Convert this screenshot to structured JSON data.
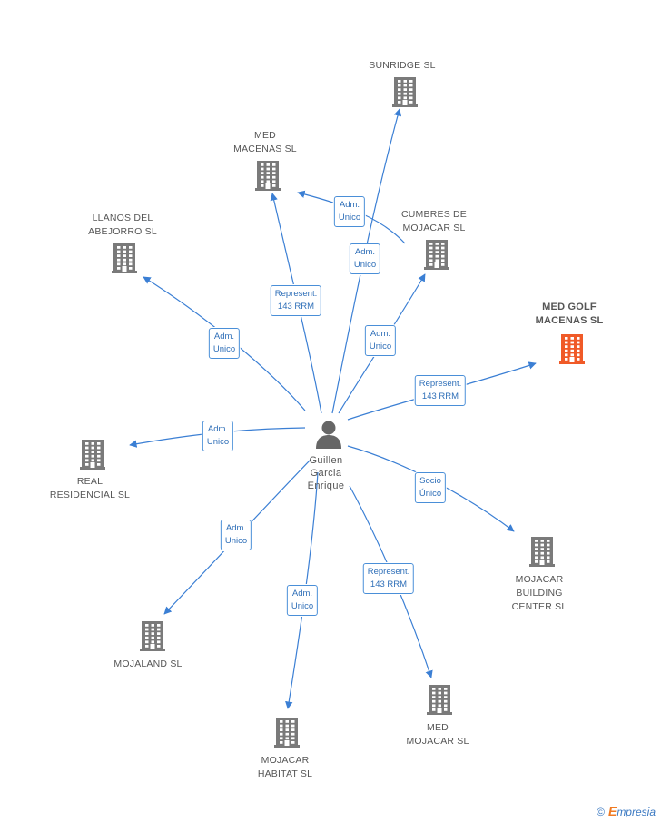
{
  "center": {
    "label": "Guillen\nGarcia\nEnrique"
  },
  "nodes": [
    {
      "id": "sunridge",
      "label": "SUNRIDGE SL",
      "highlight": false
    },
    {
      "id": "med-macenas",
      "label": "MED\nMACENAS SL",
      "highlight": false
    },
    {
      "id": "cumbres",
      "label": "CUMBRES DE\nMOJACAR SL",
      "highlight": false
    },
    {
      "id": "llanos",
      "label": "LLANOS DEL\nABEJORRO SL",
      "highlight": false
    },
    {
      "id": "med-golf",
      "label": "MED GOLF\nMACENAS SL",
      "highlight": true
    },
    {
      "id": "real",
      "label": "REAL\nRESIDENCIAL SL",
      "highlight": false
    },
    {
      "id": "building-center",
      "label": "MOJACAR\nBUILDING\nCENTER  SL",
      "highlight": false
    },
    {
      "id": "mojaland",
      "label": "MOJALAND SL",
      "highlight": false
    },
    {
      "id": "habitat",
      "label": "MOJACAR\nHABITAT SL",
      "highlight": false
    },
    {
      "id": "med-mojacar",
      "label": "MED\nMOJACAR SL",
      "highlight": false
    }
  ],
  "edges": [
    {
      "target": "sunridge",
      "label": "Adm.\nUnico"
    },
    {
      "target": "med-macenas",
      "label": "Represent.\n143 RRM"
    },
    {
      "target": "med-macenas-via-cumbres",
      "label": "Adm.\nUnico"
    },
    {
      "target": "cumbres",
      "label": "Adm.\nUnico"
    },
    {
      "target": "llanos",
      "label": "Adm.\nUnico"
    },
    {
      "target": "med-golf",
      "label": "Represent.\n143 RRM"
    },
    {
      "target": "real",
      "label": "Adm.\nUnico"
    },
    {
      "target": "building-center",
      "label": "Socio\nÚnico"
    },
    {
      "target": "mojaland",
      "label": "Adm.\nUnico"
    },
    {
      "target": "habitat",
      "label": "Adm.\nUnico"
    },
    {
      "target": "med-mojacar",
      "label": "Represent.\n143 RRM"
    }
  ],
  "colors": {
    "edge": "#3b7fd4",
    "building": "#7a7a7a",
    "building_highlight": "#f05a28",
    "person": "#666666"
  },
  "footer": {
    "copyright": "©",
    "brand_initial": "E",
    "brand_rest": "mpresia"
  }
}
